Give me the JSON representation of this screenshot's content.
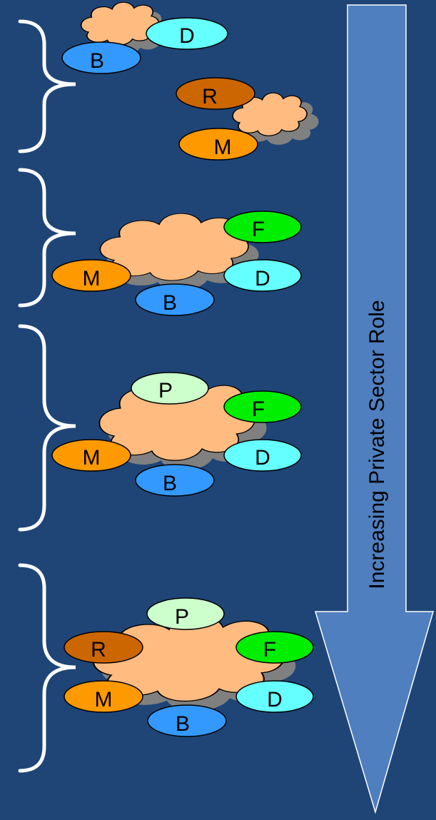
{
  "arrow_label": "Increasing Private Sector Role",
  "legend_letters": {
    "B": "B",
    "D": "D",
    "R": "R",
    "M": "M",
    "F": "F",
    "P": "P"
  },
  "colors": {
    "background": "#1f4577",
    "arrow_fill": "#4f7fbe",
    "arrow_stroke": "#ffffff",
    "brace": "#ffffff",
    "cloud": "#ffbb80",
    "cloud_shadow": "#808080",
    "B": "#3399ff",
    "D": "#66ffff",
    "R": "#cc6600",
    "M": "#ff9900",
    "F": "#00ee00",
    "P": "#ccffcc"
  },
  "groups": [
    {
      "stage": 1,
      "participants": [
        "D",
        "B",
        "R",
        "M"
      ]
    },
    {
      "stage": 2,
      "participants": [
        "F",
        "M",
        "D",
        "B"
      ]
    },
    {
      "stage": 3,
      "participants": [
        "P",
        "F",
        "M",
        "D",
        "B"
      ]
    },
    {
      "stage": 4,
      "participants": [
        "P",
        "R",
        "F",
        "M",
        "D",
        "B"
      ]
    }
  ]
}
